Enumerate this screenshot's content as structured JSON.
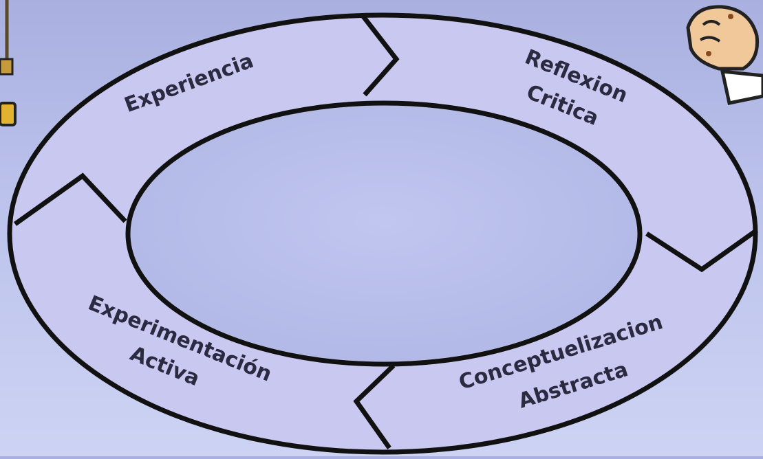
{
  "diagram": {
    "type": "cycle",
    "stages": [
      {
        "id": "experiencia",
        "lines": [
          "Experiencia"
        ]
      },
      {
        "id": "reflexion",
        "lines": [
          "Reflexion",
          "Critica"
        ]
      },
      {
        "id": "conceptualizacion",
        "lines": [
          "Conceptuelizacion",
          "Abstracta"
        ]
      },
      {
        "id": "experimentacion",
        "lines": [
          "Experimentación",
          "Activa"
        ]
      }
    ]
  },
  "colors": {
    "ring_fill": "#c9c8f0",
    "ring_stroke": "#111111",
    "inner_fill": "#b6bce8",
    "text": "#2a2b40",
    "background_top": "#a9b0e0",
    "background_bottom": "#cdd3f3"
  },
  "decorations": [
    "pointing-hand-icon",
    "lamp-icon"
  ]
}
